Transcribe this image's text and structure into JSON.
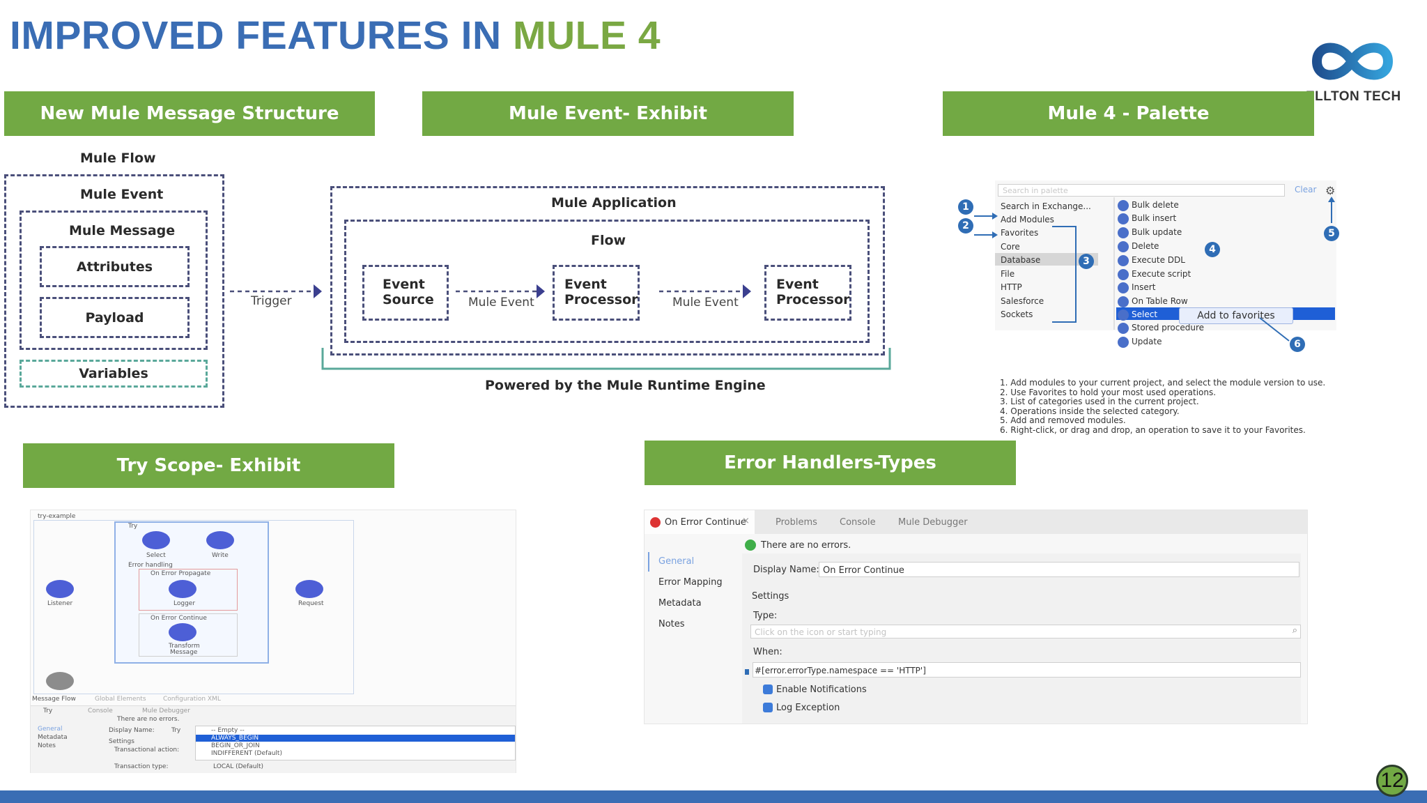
{
  "title": {
    "main": "IMPROVED FEATURES IN ",
    "accent": "MULE 4"
  },
  "logo": {
    "text": "ELLTON TECH"
  },
  "page_number": "12",
  "sections": {
    "message": {
      "banner": "New Mule Message Structure",
      "flow": "Mule Flow",
      "event": "Mule Event",
      "message": "Mule Message",
      "attributes": "Attributes",
      "payload": "Payload",
      "variables": "Variables",
      "trigger": "Trigger"
    },
    "event": {
      "banner": "Mule Event- Exhibit",
      "application": "Mule Application",
      "flow": "Flow",
      "source_line1": "Event",
      "source_line2": "Source",
      "processor_line1": "Event",
      "processor_line2": "Processor",
      "mule_event": "Mule Event",
      "engine": "Powered by the Mule Runtime Engine"
    },
    "palette": {
      "banner": "Mule 4 - Palette",
      "search_placeholder": "Search in palette",
      "clear": "Clear",
      "categories": [
        "Search in Exchange...",
        "Add Modules",
        "Favorites",
        "Core",
        "Database",
        "File",
        "HTTP",
        "Salesforce",
        "Sockets"
      ],
      "operations": [
        "Bulk delete",
        "Bulk insert",
        "Bulk update",
        "Delete",
        "Execute DDL",
        "Execute script",
        "Insert",
        "On Table Row",
        "Select",
        "Stored procedure",
        "Update"
      ],
      "tooltip": "Add to favorites",
      "markers": [
        "1",
        "2",
        "3",
        "4",
        "5",
        "6"
      ],
      "notes": [
        "1. Add modules to your current project, and select the module version to use.",
        "2. Use Favorites to hold your most used operations.",
        "3. List of categories used in the current project.",
        "4. Operations inside the selected category.",
        "5. Add and removed modules.",
        "6. Right-click, or drag and drop, an operation to save it to your Favorites."
      ]
    },
    "try": {
      "banner": "Try Scope- Exhibit",
      "flow_name": "try-example",
      "scope": "Try",
      "select": "Select",
      "write": "Write",
      "error_handling": "Error handling",
      "on_error_propagate": "On Error Propagate",
      "logger": "Logger",
      "on_error_continue": "On Error Continue",
      "transform_line1": "Transform",
      "transform_line2": "Message",
      "listener": "Listener",
      "request": "Request",
      "bottom_tabs": [
        "Message Flow",
        "Global Elements",
        "Configuration XML"
      ],
      "panel_tabs": [
        "Try",
        "Console",
        "Mule Debugger"
      ],
      "no_errors": "There are no errors.",
      "left_nav": [
        "General",
        "Metadata",
        "Notes"
      ],
      "display_name_label": "Display Name:",
      "display_name_value": "Try",
      "settings": "Settings",
      "transactional_action": "Transactional action:",
      "transaction_type": "Transaction type:",
      "transaction_type_value": "LOCAL (Default)",
      "dropdown_options": [
        "-- Empty --",
        "ALWAYS_BEGIN",
        "BEGIN_OR_JOIN",
        "INDIFFERENT (Default)"
      ]
    },
    "error": {
      "banner": "Error Handlers-Types",
      "tabs": [
        "On Error Continue",
        "Problems",
        "Console",
        "Mule Debugger"
      ],
      "no_errors": "There are no errors.",
      "left_nav": [
        "General",
        "Error Mapping",
        "Metadata",
        "Notes"
      ],
      "display_name_label": "Display Name:",
      "display_name_value": "On Error Continue",
      "settings": "Settings",
      "type_label": "Type:",
      "type_placeholder": "Click on the icon or start typing",
      "when_label": "When:",
      "when_value": "#[error.errorType.namespace == 'HTTP']",
      "enable_notifications": "Enable Notifications",
      "log_exception": "Log Exception"
    }
  }
}
